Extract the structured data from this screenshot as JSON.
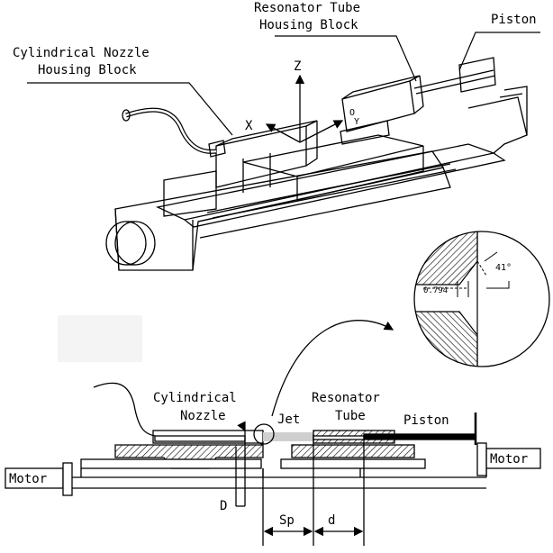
{
  "top_view": {
    "nozzle_block": [
      "Cylindrical Nozzle",
      "Housing Block"
    ],
    "resonator_block": [
      "Resonator Tube",
      "Housing Block"
    ],
    "piston": "Piston",
    "axis_z": "Z",
    "axis_x": "X",
    "axis_y": "Y",
    "origin": "O"
  },
  "inset": {
    "angle": "41°",
    "dimension": "0.794"
  },
  "bottom_view": {
    "nozzle": [
      "Cylindrical",
      "Nozzle"
    ],
    "jet": "Jet",
    "resonator": [
      "Resonator",
      "Tube"
    ],
    "piston": "Piston",
    "motor_left": "Motor",
    "motor_right": "Motor",
    "dim_D": "D",
    "dim_Sp": "Sp",
    "dim_d": "d"
  },
  "colors": {
    "ink": "#000000",
    "jet_shade": "#cfcfcf",
    "hatch": "#000000",
    "faint_box": "#f4f4f4"
  }
}
